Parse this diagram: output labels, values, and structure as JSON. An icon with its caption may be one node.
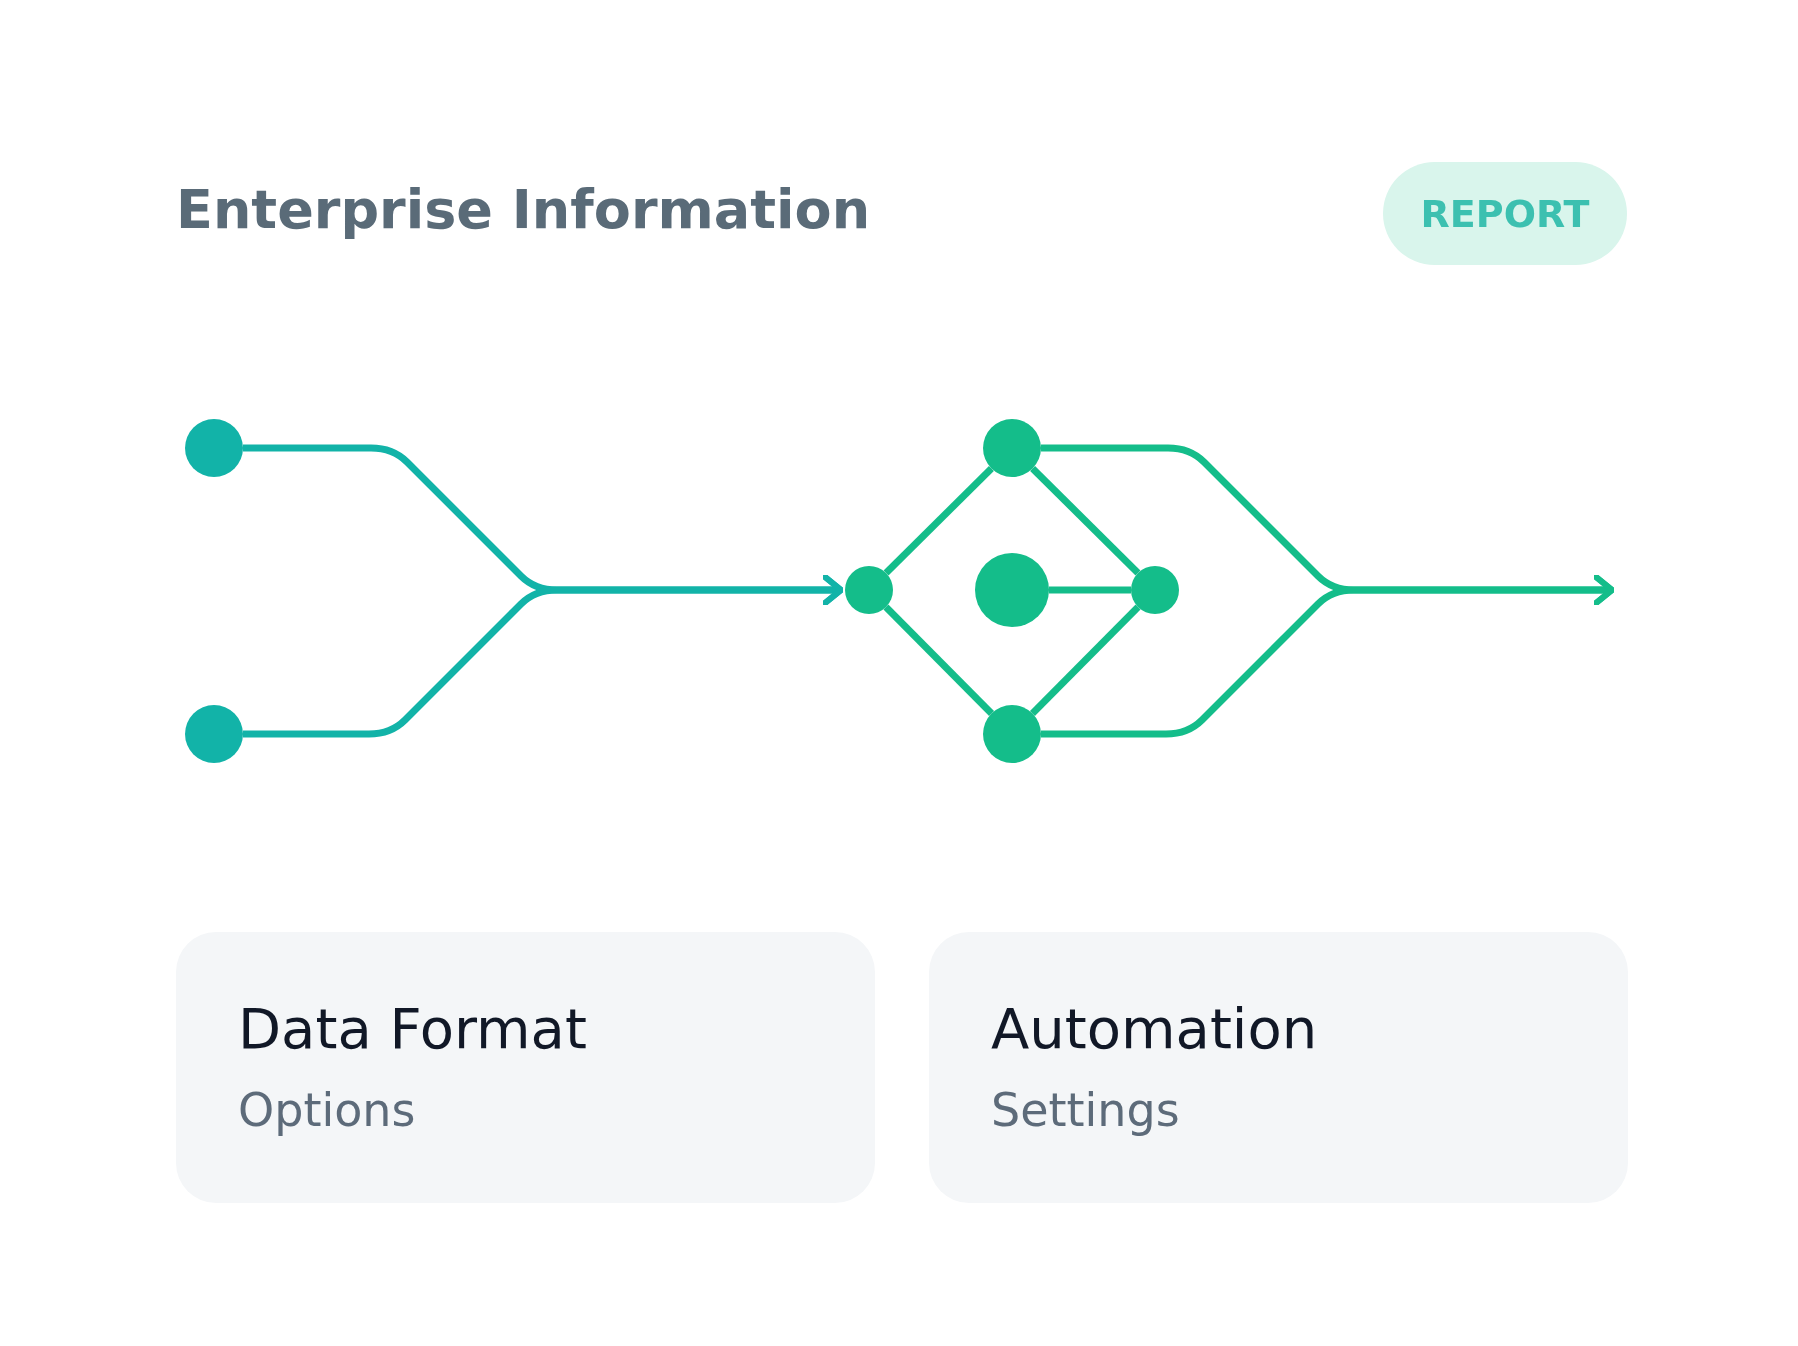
{
  "diagram": {
    "title": "Enterprise Information",
    "nodes": [
      {
        "text": [
          "REPORT"
        ]
      },
      {
        "text": [],
        "shape": "circle"
      },
      {
        "text": [],
        "shape": "circle"
      },
      {
        "text": [],
        "shape": "circle"
      },
      {
        "text": [],
        "shape": "circle"
      },
      {
        "text": [],
        "shape": "circle"
      },
      {
        "text": [],
        "shape": "circle"
      },
      {
        "text": [],
        "shape": "circle"
      },
      {
        "text": [
          "Data Format",
          "Options"
        ]
      },
      {
        "text": [
          "Automation",
          "Settings"
        ]
      }
    ],
    "edges": [
      {
        "from": 1,
        "to": 3,
        "arrow": "to",
        "color": "#12b3a8"
      },
      {
        "from": 2,
        "to": 3,
        "arrow": "to",
        "color": "#12b3a8"
      },
      {
        "from": 3,
        "to": 4,
        "arrow": "none"
      },
      {
        "from": 3,
        "to": 6,
        "arrow": "none"
      },
      {
        "from": 4,
        "to": 7,
        "arrow": "none"
      },
      {
        "from": 6,
        "to": 7,
        "arrow": "none"
      },
      {
        "from": 5,
        "to": 7,
        "arrow": "none"
      },
      {
        "from": 4,
        "to": null,
        "arrow": "to"
      },
      {
        "from": 6,
        "to": null,
        "arrow": "to"
      }
    ]
  }
}
